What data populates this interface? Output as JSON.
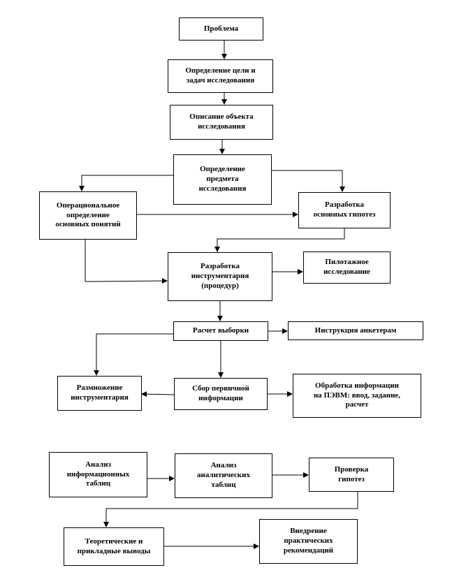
{
  "diagram": {
    "nodes": [
      {
        "id": "problem",
        "label": "Проблема"
      },
      {
        "id": "goals",
        "label": "Определение цели и\nзадач исследования"
      },
      {
        "id": "object",
        "label": "Описание объекта\nисследования"
      },
      {
        "id": "subject",
        "label": "Определение\nпредмета\nисследования"
      },
      {
        "id": "operational",
        "label": "Операциональное\nопределение\nосновных понятий"
      },
      {
        "id": "hypotheses",
        "label": "Разработка\nосновных гипотез"
      },
      {
        "id": "instruments",
        "label": "Разработка\nинструментария\n(процедур)"
      },
      {
        "id": "pilot",
        "label": "Пилотажное\nисследование"
      },
      {
        "id": "sample",
        "label": "Расчет выборки"
      },
      {
        "id": "interviewers",
        "label": "Инструкция анкетерам"
      },
      {
        "id": "duplication",
        "label": "Размножение\nинструментария"
      },
      {
        "id": "collection",
        "label": "Сбор первичной\nинформации"
      },
      {
        "id": "processing",
        "label": "Обработка информации\nна ПЭВМ: ввод, задание,\nрасчет"
      },
      {
        "id": "info_tables",
        "label": "Анализ\nинформационных\nтаблиц"
      },
      {
        "id": "analytic_tables",
        "label": "Анализ\nаналитических\nтаблиц"
      },
      {
        "id": "check_hypotheses",
        "label": "Проверка\nгипотез"
      },
      {
        "id": "conclusions",
        "label": "Теоретические и\nприкладные выводы"
      },
      {
        "id": "recommendations",
        "label": "Внедрение\nпрактических\nрекомендаций"
      }
    ]
  }
}
